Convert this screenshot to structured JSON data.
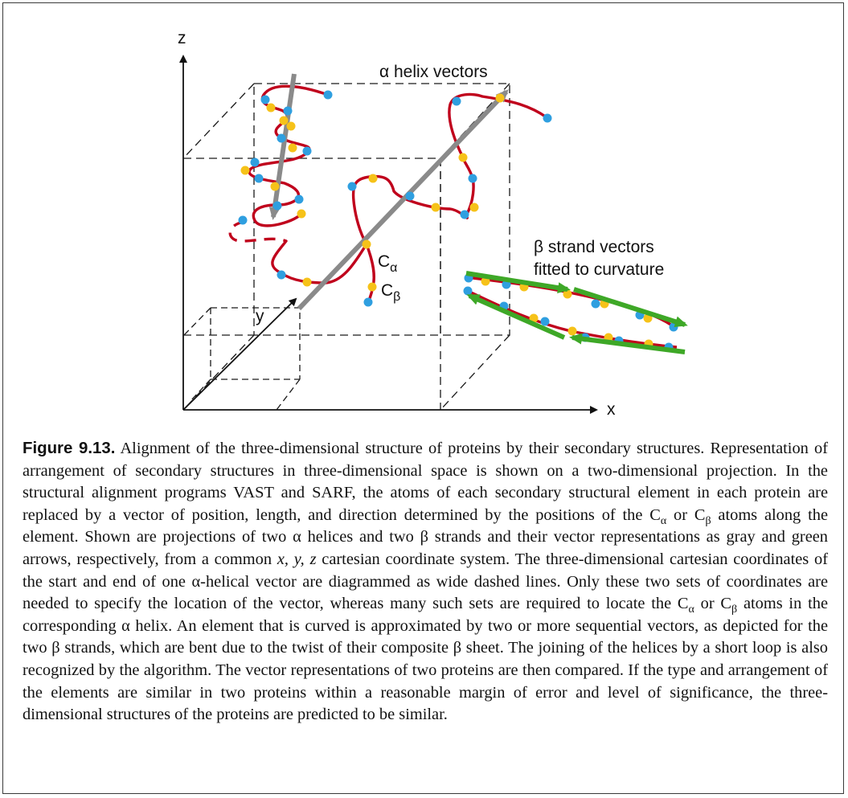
{
  "figure": {
    "axis_z": "z",
    "axis_y": "y",
    "axis_x": "x",
    "alpha_helix_label": "α helix vectors",
    "beta_label_line1": "β strand vectors",
    "beta_label_line2": "fitted to curvature",
    "c_alpha_letter": "C",
    "c_alpha_sub": "α",
    "c_beta_letter": "C",
    "c_beta_sub": "β",
    "colors": {
      "backbone": "#c0001c",
      "c_alpha_atom": "#2f9fe0",
      "c_beta_atom": "#f6c219",
      "helix_vector": "#8a8a8a",
      "strand_vector": "#3ea827",
      "box_lines": "#1a1a1a"
    }
  },
  "caption": {
    "label": "Figure 9.13.",
    "seg1": " Alignment of the three-dimensional structure of proteins by their secondary structures. Representation of arrangement of secondary structures in three-dimensional space is shown on a two-dimensional projection. In the structural alignment programs VAST and SARF, the atoms of each secondary structural element in each protein are replaced by a vector of position, length, and direction determined by the positions of the C",
    "sub_alpha_1": "α",
    "seg2": " or C",
    "sub_beta_1": "β",
    "seg3": " atoms along the element. Shown are projections of two α helices and two β strands and their vector representations as gray and green arrows, respectively, from a common ",
    "coord_xyz": "x, y, z",
    "seg4": " cartesian coordinate system. The three-dimensional cartesian coordinates of the start and end of one α-helical vector are diagrammed as wide dashed lines. Only these two sets of coordinates are needed to specify the location of the vector, whereas many such sets are required to locate the C",
    "sub_alpha_2": "α",
    "seg5": " or C",
    "sub_beta_2": "β",
    "seg6": " atoms in the corresponding α helix. An element that is curved is approximated by two or more sequential vectors, as depicted for the two β strands, which are bent due to the twist of their composite β sheet. The joining of the helices by a short loop is also recognized by the algorithm. The vector representations of two proteins are then compared. If the type and arrangement of the elements are similar in two proteins within a reasonable margin of error and level of significance, the three-dimensional structures of the proteins are predicted to be similar."
  }
}
